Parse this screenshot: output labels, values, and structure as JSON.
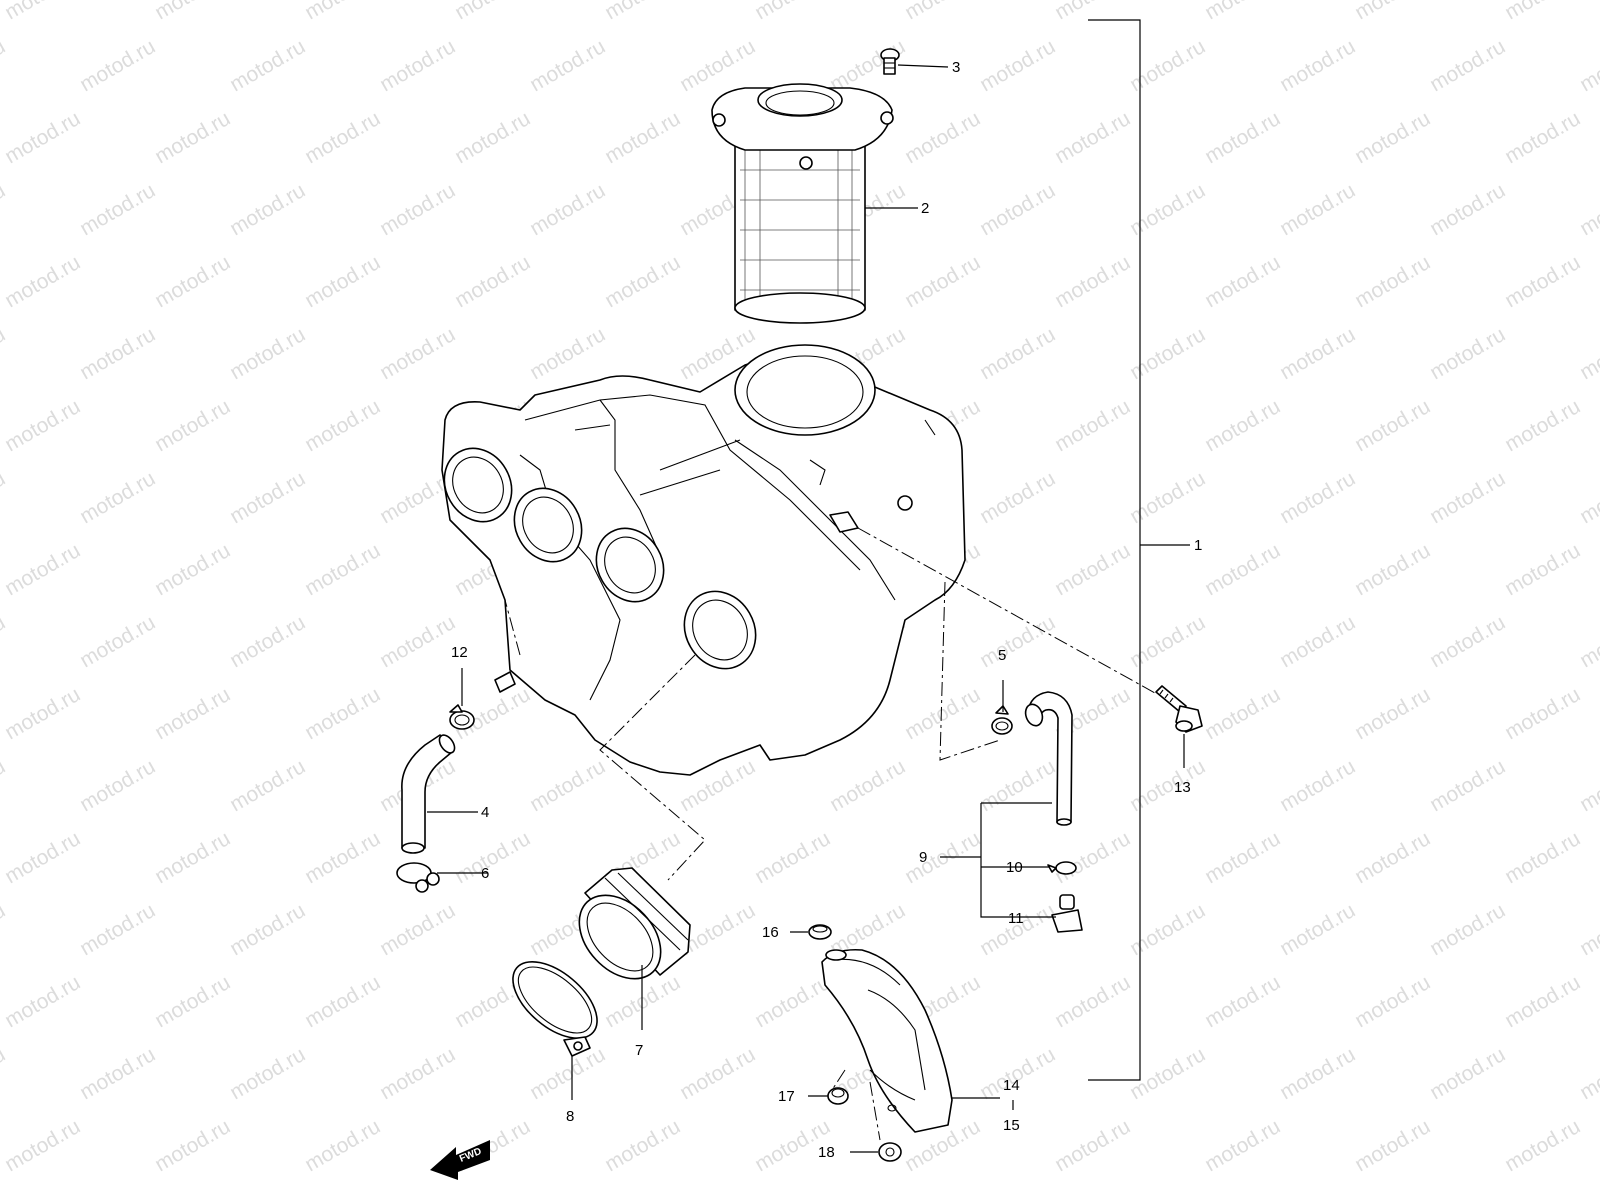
{
  "watermark": "motod.ru",
  "fwd_label": "FWD",
  "callouts": [
    "1",
    "2",
    "3",
    "4",
    "5",
    "6",
    "7",
    "8",
    "9",
    "10",
    "11",
    "12",
    "13",
    "14",
    "15",
    "16",
    "17",
    "18"
  ]
}
